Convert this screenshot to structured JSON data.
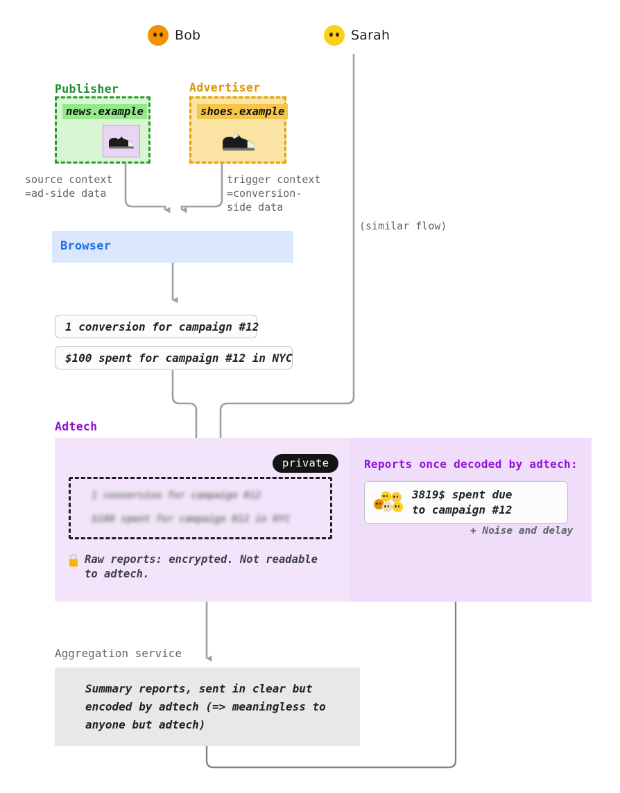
{
  "actors": [
    {
      "name": "Bob",
      "icon": "face-icon",
      "color": "#f39200"
    },
    {
      "name": "Sarah",
      "icon": "face-icon",
      "color": "#fdd017"
    }
  ],
  "publisher": {
    "label": "Publisher",
    "label_color": "#1e8c2e",
    "origin": "news.example",
    "ad_slot_icon": "sneaker-icon",
    "box_fill": "#d9f6d4",
    "box_border": "#2a9a2a"
  },
  "advertiser": {
    "label": "Advertiser",
    "label_color": "#d99800",
    "origin": "shoes.example",
    "icon": "sneaker-icon",
    "box_fill": "#fbe3a4",
    "box_border": "#e0a200"
  },
  "edges": {
    "source_context": "source context\n=ad-side data",
    "trigger_context": "trigger context\n=conversion-\nside data",
    "similar_flow": "(similar flow)"
  },
  "browser": {
    "title": "Browser",
    "title_color": "#1a73e8",
    "fill": "#dbe7fc",
    "reports": [
      "1 conversion for campaign #12",
      "$100 spent for campaign #12 in NYC"
    ]
  },
  "adtech": {
    "title": "Adtech",
    "title_color": "#9110d6",
    "fill": "#f3e3fb",
    "private_badge": "private",
    "encrypted_reports": [
      "1 conversion for campaign #12",
      "$100 spent for campaign #12 in NYC"
    ],
    "raw_note": "Raw reports: encrypted. Not readable\nto adtech.",
    "lock_icon": "lock-icon",
    "decoded_heading": "Reports once decoded by adtech:",
    "decoded_report": "3819$ spent due\nto campaign #12",
    "decoded_faces": [
      "#e09200",
      "#fbd024",
      "#f6c944",
      "#ece0b8",
      "#fbd024"
    ],
    "noise_note": "+ Noise and delay"
  },
  "aggregation": {
    "label": "Aggregation service",
    "text": "Summary reports, sent in clear but\nencoded by adtech (=> meaningless to\nanyone but adtech)",
    "fill": "#e8e8e8"
  }
}
